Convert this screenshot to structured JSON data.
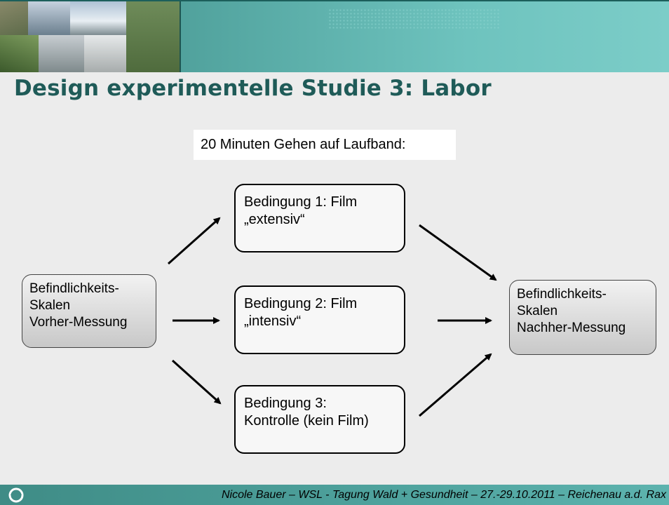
{
  "title": "Design experimentelle Studie 3: Labor",
  "subhead": "20 Minuten Gehen auf Laufband:",
  "boxes": {
    "pre": "Befindlichkeits-\nSkalen\nVorher-Messung",
    "cond1": "Bedingung 1: Film\n„extensiv“",
    "cond2": "Bedingung 2: Film\n„intensiv“",
    "cond3": "Bedingung 3:\nKontrolle (kein Film)",
    "post": "Befindlichkeits-\nSkalen\nNachher-Messung"
  },
  "footer": {
    "text": "Nicole Bauer – WSL -  Tagung Wald + Gesundheit  –  27.-29.10.2011 –  Reichenau a.d. Rax"
  },
  "colors": {
    "teal": "#3f8c86",
    "title": "#1f5b58",
    "background": "#ececec"
  }
}
